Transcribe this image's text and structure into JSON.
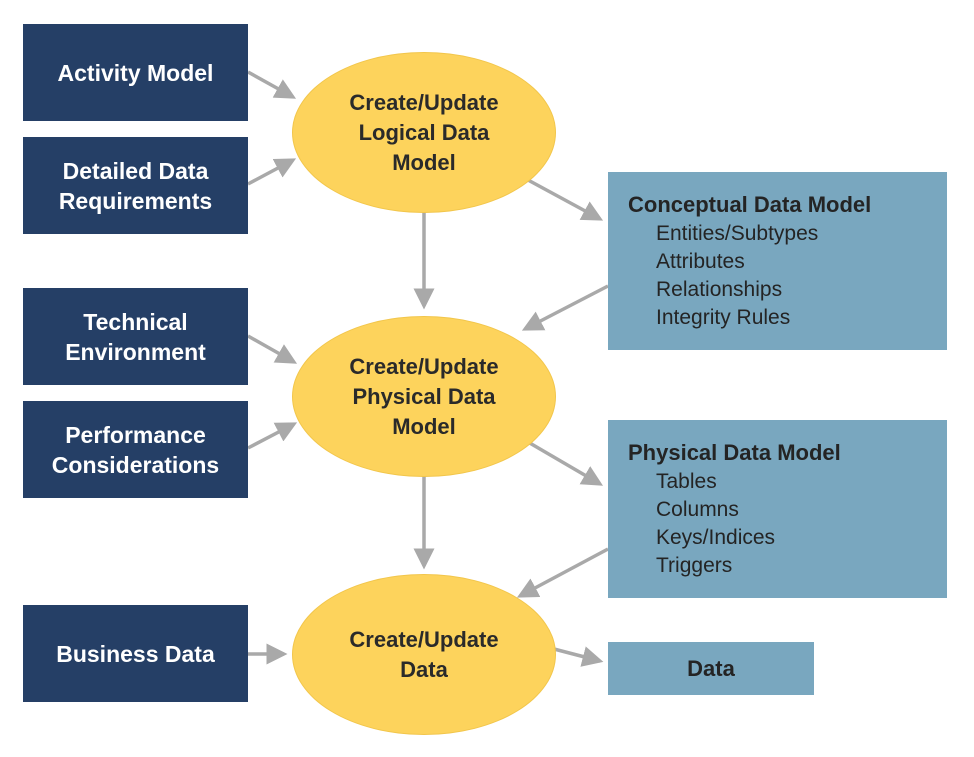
{
  "inputs": {
    "activity_model": "Activity Model",
    "detailed_data_requirements": [
      "Detailed Data",
      "Requirements"
    ],
    "technical_environment": [
      "Technical",
      "Environment"
    ],
    "performance_considerations": [
      "Performance",
      "Considerations"
    ],
    "business_data": "Business Data"
  },
  "processes": {
    "logical": [
      "Create/Update",
      "Logical Data",
      "Model"
    ],
    "physical": [
      "Create/Update",
      "Physical Data",
      "Model"
    ],
    "data": [
      "Create/Update",
      "Data"
    ]
  },
  "outputs": {
    "conceptual": {
      "heading": "Conceptual Data Model",
      "items": [
        "Entities/Subtypes",
        "Attributes",
        "Relationships",
        "Integrity Rules"
      ]
    },
    "physical": {
      "heading": "Physical Data Model",
      "items": [
        "Tables",
        "Columns",
        "Keys/Indices",
        "Triggers"
      ]
    },
    "data": "Data"
  },
  "colors": {
    "input_box": "#253f66",
    "process_ellipse": "#fdd35c",
    "output_box": "#79a7bf",
    "arrow": "#a9a9a9"
  }
}
